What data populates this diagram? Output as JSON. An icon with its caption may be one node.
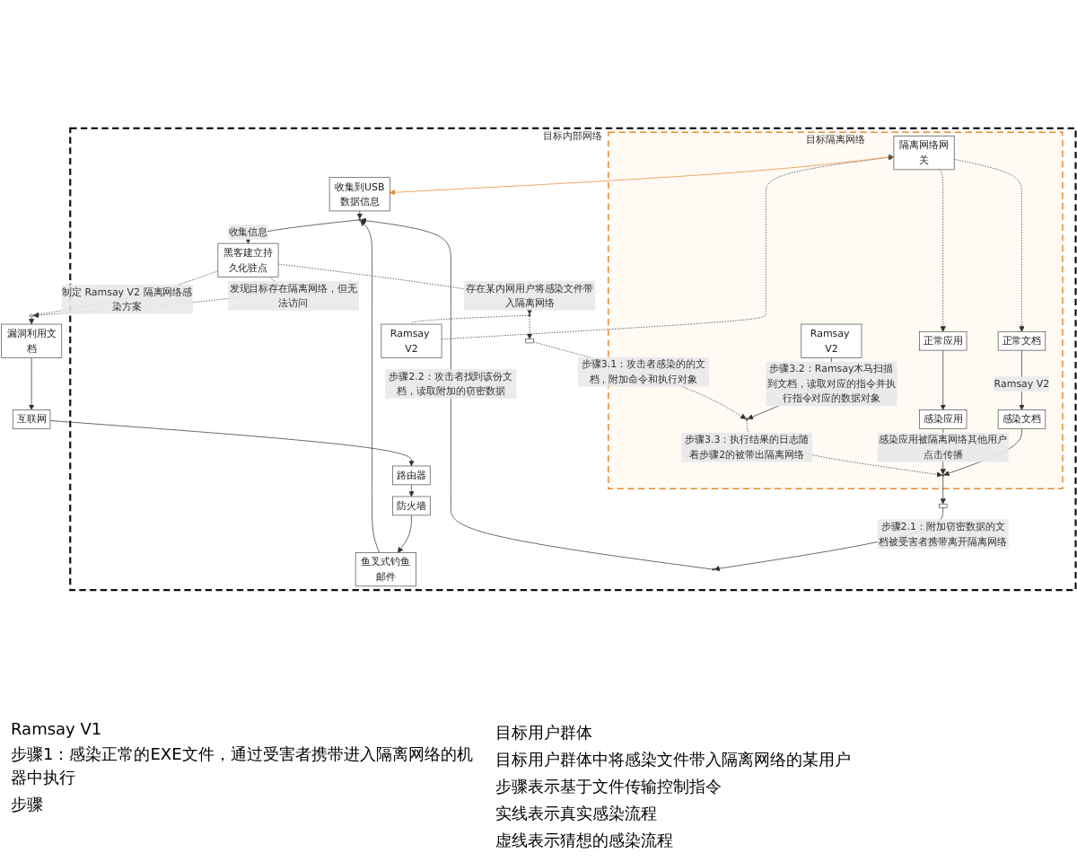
{
  "diagram": {
    "nodes": [
      {
        "text": [
          "目标内部网络"
        ]
      },
      {
        "text": [
          "目标隔离网络"
        ],
        "in": 0
      },
      {
        "text": [],
        "shape": "laptop"
      },
      {
        "text": [
          "漏洞利用文档"
        ]
      },
      {
        "text": [
          "互联网"
        ]
      },
      {
        "text": [
          "路由器"
        ],
        "in": 0
      },
      {
        "text": [
          "防火墙"
        ],
        "in": 0
      },
      {
        "text": [
          "鱼叉式钓鱼邮件"
        ],
        "in": 0
      },
      {
        "text": [],
        "shape": "person",
        "in": 0
      },
      {
        "text": [],
        "shape": "person",
        "in": 0
      },
      {
        "text": [
          "黑客建立持久化驻点"
        ],
        "in": 0
      },
      {
        "text": [],
        "shape": "person",
        "in": 0
      },
      {
        "text": [
          "Ramsay V2"
        ],
        "in": 0
      },
      {
        "text": [
          "收集到USB数据信息"
        ],
        "in": 0
      },
      {
        "text": [],
        "shape": "box",
        "in": 0
      },
      {
        "text": [
          "隔离网络网关"
        ],
        "in": 1
      },
      {
        "text": [
          "正常文档"
        ],
        "in": 1
      },
      {
        "text": [
          "感染文档"
        ],
        "in": 1
      },
      {
        "text": [],
        "shape": "person",
        "in": 1
      },
      {
        "text": [
          "正常应用"
        ],
        "in": 1
      },
      {
        "text": [
          "感染应用"
        ],
        "in": 1
      },
      {
        "text": [
          "Ramsay V2"
        ],
        "in": 1
      },
      {
        "text": [],
        "shape": "person",
        "in": 1
      },
      {
        "text": [],
        "shape": "box",
        "in": 0
      }
    ],
    "edges": [
      {
        "from": 2,
        "to": 3,
        "arrow": "to"
      },
      {
        "from": 3,
        "to": 4,
        "arrow": "to"
      },
      {
        "from": 4,
        "to": 5,
        "arrow": "to"
      },
      {
        "from": 5,
        "to": 6,
        "arrow": "to"
      },
      {
        "from": 6,
        "to": 7,
        "arrow": "to"
      },
      {
        "from": 7,
        "to": 8,
        "arrow": "to"
      },
      {
        "from": 8,
        "to": 10,
        "arrow": "to",
        "label": "收集信息"
      },
      {
        "from": 10,
        "to": 2,
        "arrow": "to",
        "style": "dashed",
        "label": "发现目标存在隔离网络，但无法访问"
      },
      {
        "from": 2,
        "to": 10,
        "arrow": "none",
        "style": "dashed",
        "label": "制定 Ramsay V2 隔离网络感染方案"
      },
      {
        "from": 10,
        "to": 11,
        "arrow": "to",
        "style": "dashed",
        "label": "存在某内网用户将感染文件带入隔离网络"
      },
      {
        "from": 11,
        "to": 12,
        "arrow": "none",
        "style": "dashed"
      },
      {
        "from": 12,
        "to": 15,
        "arrow": "to",
        "style": "dashed"
      },
      {
        "from": 15,
        "to": 13,
        "arrow": "to",
        "color": "#e8892b"
      },
      {
        "from": 13,
        "to": 8,
        "arrow": "to"
      },
      {
        "from": 9,
        "to": 8,
        "arrow": "to",
        "label": "步骤2.2：攻击者找到该份文档，读取附加的窃密数据"
      },
      {
        "from": 18,
        "to": 14,
        "arrow": "to"
      },
      {
        "from": 14,
        "to": 9,
        "arrow": "to",
        "label": "步骤2.1：附加窃密数据的文档被受害者携带离开隔离网络"
      },
      {
        "from": 15,
        "to": 16,
        "arrow": "to",
        "style": "dashed"
      },
      {
        "from": 16,
        "to": 17,
        "arrow": "to",
        "label": "Ramsay V2"
      },
      {
        "from": 17,
        "to": 18,
        "arrow": "to"
      },
      {
        "from": 15,
        "to": 19,
        "arrow": "to",
        "style": "dashed"
      },
      {
        "from": 19,
        "to": 20,
        "arrow": "to"
      },
      {
        "from": 20,
        "to": 18,
        "arrow": "to",
        "label": "感染应用被隔离网络其他用户点击传播"
      },
      {
        "from": 21,
        "to": 22,
        "arrow": "to",
        "label": "步骤3.2：Ramsay木马扫描到文档，读取对应的指令并执行指令对应的数据对象"
      },
      {
        "from": 22,
        "to": 18,
        "arrow": "to",
        "style": "dashed",
        "label": "步骤3.3：执行结果的日志随着步骤2的被带出隔离网络"
      },
      {
        "from": 11,
        "to": 23,
        "arrow": "to",
        "style": "dashed"
      },
      {
        "from": 23,
        "to": 22,
        "arrow": "to",
        "style": "dashed",
        "label": "步骤3.1：攻击者感染的的文档，附加命令和执行对象"
      }
    ],
    "labels": [
      "Ramsay V1",
      "步骤1：感染正常的EXE文件，通过受害者携带进入隔离网络的机器中执行",
      "步骤"
    ],
    "legend": [
      {
        "text": "目标用户群体"
      },
      {
        "text": "目标用户群体中将感染文件带入隔离网络的某用户"
      },
      {
        "text": "步骤表示基于文件传输控制指令"
      },
      {
        "text": "实线表示真实感染流程"
      },
      {
        "text": "虚线表示猜想的感染流程"
      }
    ]
  }
}
